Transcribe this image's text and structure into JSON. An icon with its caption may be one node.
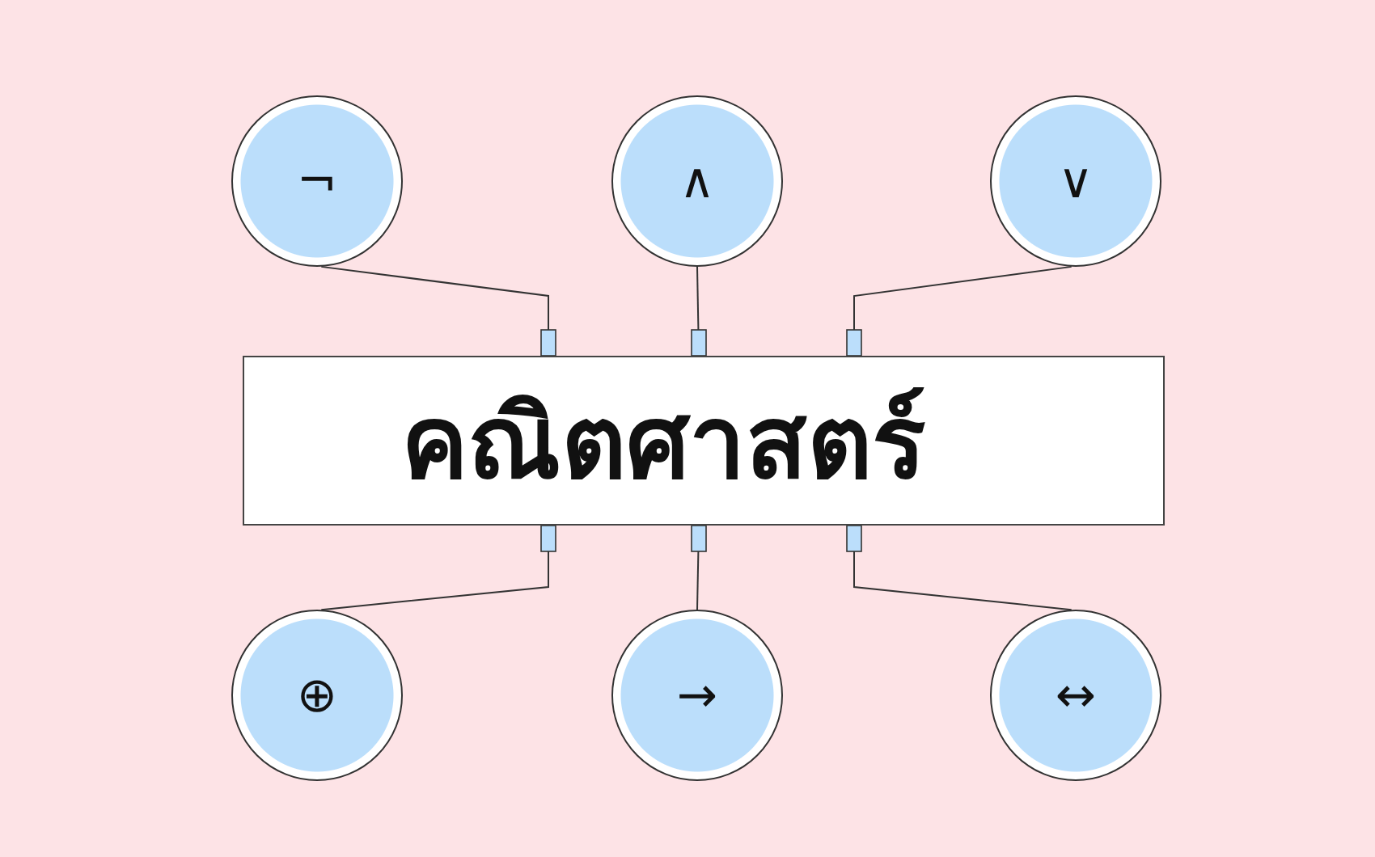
{
  "diagram": {
    "nodes": [
      {
        "text": [
          "คณิตศาสตร์"
        ]
      },
      {
        "text": [
          "¬"
        ]
      },
      {
        "text": [
          "∧"
        ]
      },
      {
        "text": [
          "∨"
        ]
      },
      {
        "text": [
          "⊕"
        ]
      },
      {
        "text": [
          "→"
        ]
      },
      {
        "text": [
          "↔"
        ]
      }
    ],
    "edges": [
      {
        "from": 1,
        "to": 0,
        "arrow": "other"
      },
      {
        "from": 2,
        "to": 0,
        "arrow": "other"
      },
      {
        "from": 3,
        "to": 0,
        "arrow": "other"
      },
      {
        "from": 4,
        "to": 0,
        "arrow": "other"
      },
      {
        "from": 5,
        "to": 0,
        "arrow": "other"
      },
      {
        "from": 6,
        "to": 0,
        "arrow": "other"
      }
    ]
  }
}
